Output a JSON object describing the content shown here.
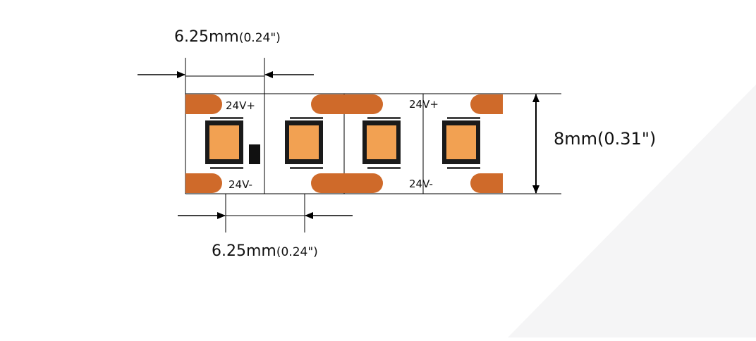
{
  "dimensions": {
    "pitch_top": {
      "main": "6.25mm",
      "imperial": "(0.24\")"
    },
    "pitch_bottom": {
      "main": "6.25mm",
      "imperial": "(0.24\")"
    },
    "strip_width": {
      "main": "8mm(0.31\")"
    }
  },
  "polarity_labels": {
    "plus_left": "24V+",
    "minus_left": "24V-",
    "plus_right": "24V+",
    "minus_right": "24V-"
  },
  "colors": {
    "pad": "#cf6a2a",
    "led_chip": "#f2a152",
    "led_frame": "#1a1a1a",
    "line": "#000000"
  },
  "icons": {
    "arrow": "arrow-icon",
    "resistor": "resistor-icon"
  }
}
